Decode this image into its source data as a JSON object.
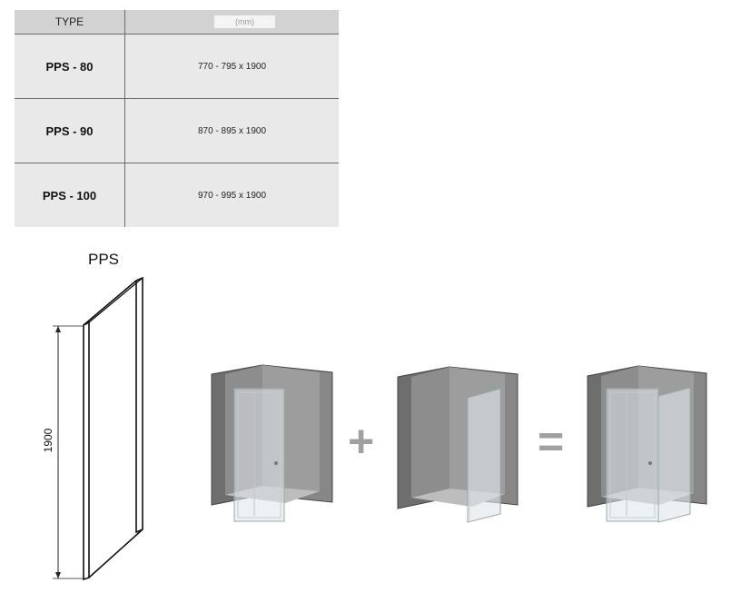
{
  "table": {
    "header": {
      "type_label": "TYPE",
      "unit_label": "(mm)"
    },
    "rows": [
      {
        "type": "PPS - 80",
        "dimensions": "770 - 795 x 1900"
      },
      {
        "type": "PPS - 90",
        "dimensions": "870 - 895 x 1900"
      },
      {
        "type": "PPS - 100",
        "dimensions": "970 - 995 x 1900"
      }
    ]
  },
  "drawing": {
    "title": "PPS",
    "height_label": "1900"
  },
  "configuration": {
    "plus_symbol": "+",
    "equals_symbol": "="
  },
  "colors": {
    "table_background": "#e9e9e9",
    "table_header": "#d2d2d2",
    "wall": "#747474",
    "operator": "#a0a0a0"
  }
}
